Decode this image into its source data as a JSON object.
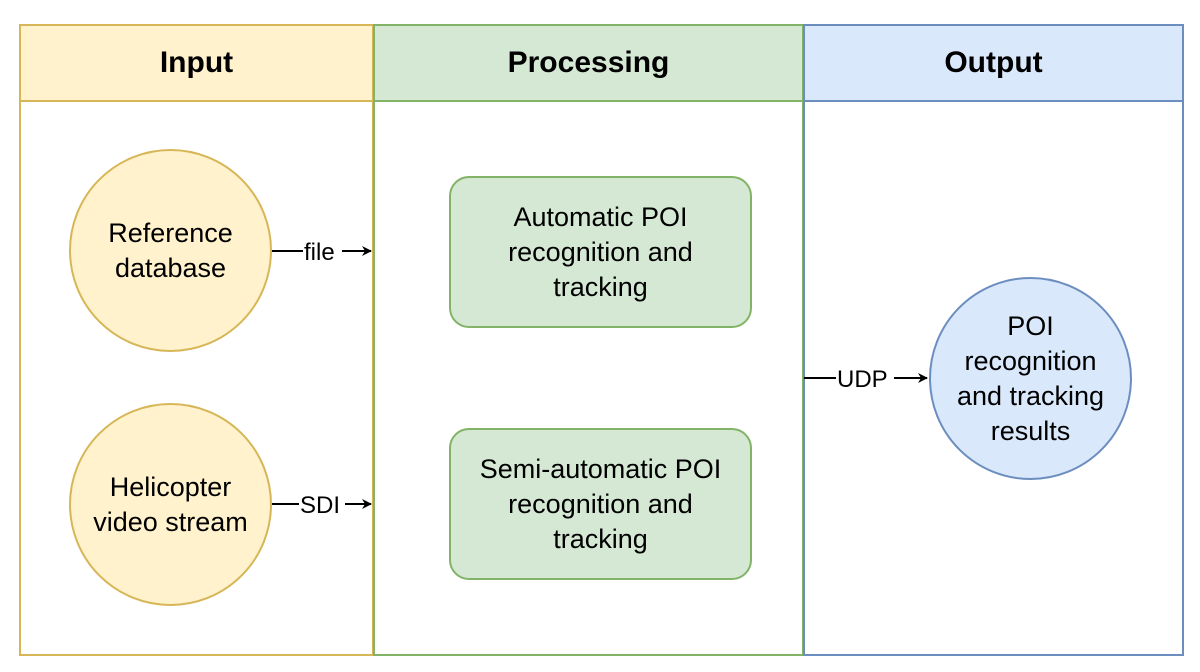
{
  "lanes": {
    "input": "Input",
    "processing": "Processing",
    "output": "Output"
  },
  "nodes": {
    "reference_database": "Reference\ndatabase",
    "helicopter_video_stream": "Helicopter\nvideo stream",
    "automatic_poi": "Automatic POI\nrecognition and\ntracking",
    "semi_automatic_poi": "Semi-automatic POI\nrecognition and\ntracking",
    "poi_results": "POI\nrecognition\nand tracking\nresults"
  },
  "edges": {
    "file": "file",
    "sdi": "SDI",
    "udp": "UDP"
  },
  "colors": {
    "input_fill": "#fff2cc",
    "input_stroke": "#d6b656",
    "processing_fill": "#d5e8d4",
    "processing_stroke": "#82b366",
    "output_fill": "#dae8fc",
    "output_stroke": "#6c8ebf"
  }
}
